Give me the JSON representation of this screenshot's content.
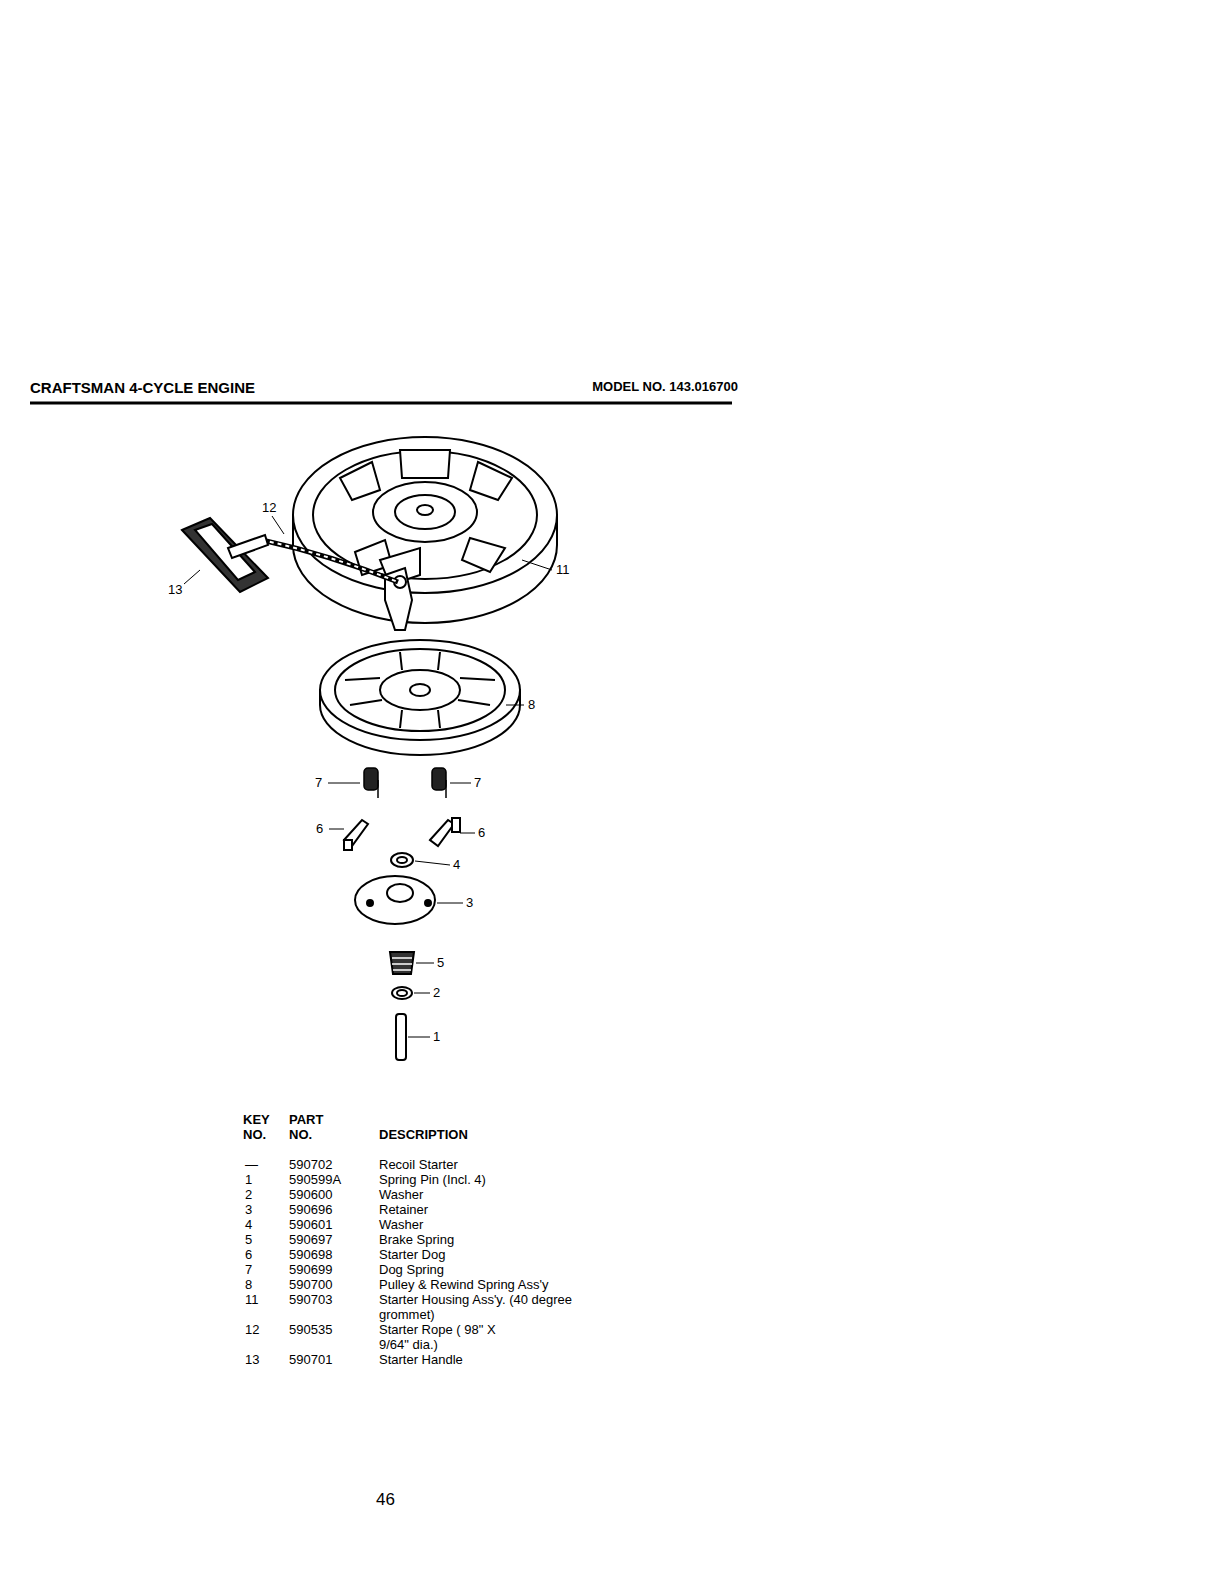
{
  "diagram": {
    "title": "CRAFTSMAN 4-CYCLE ENGINE",
    "labels": [
      "MODEL NO. 143.016700",
      "12",
      "13",
      "11",
      "8",
      "7",
      "7",
      "6",
      "6",
      "4",
      "3",
      "5",
      "2",
      "1",
      "KEY NO.",
      "PART NO.",
      "DESCRIPTION",
      "—",
      "590702",
      "Recoil Starter",
      "1",
      "590599A",
      "Spring Pin (Incl. 4)",
      "2",
      "590600",
      "Washer",
      "3",
      "590696",
      "Retainer",
      "4",
      "590601",
      "Washer",
      "5",
      "590697",
      "Brake Spring",
      "6",
      "590698",
      "Starter Dog",
      "7",
      "590699",
      "Dog Spring",
      "8",
      "590700",
      "Pulley & Rewind Spring Ass'y",
      "11",
      "590703",
      "Starter Housing Ass'y. (40 degree grommet)",
      "12",
      "590535",
      "Starter Rope ( 98\" X 9/64\" dia.)",
      "13",
      "590701",
      "Starter Handle",
      "46"
    ]
  }
}
